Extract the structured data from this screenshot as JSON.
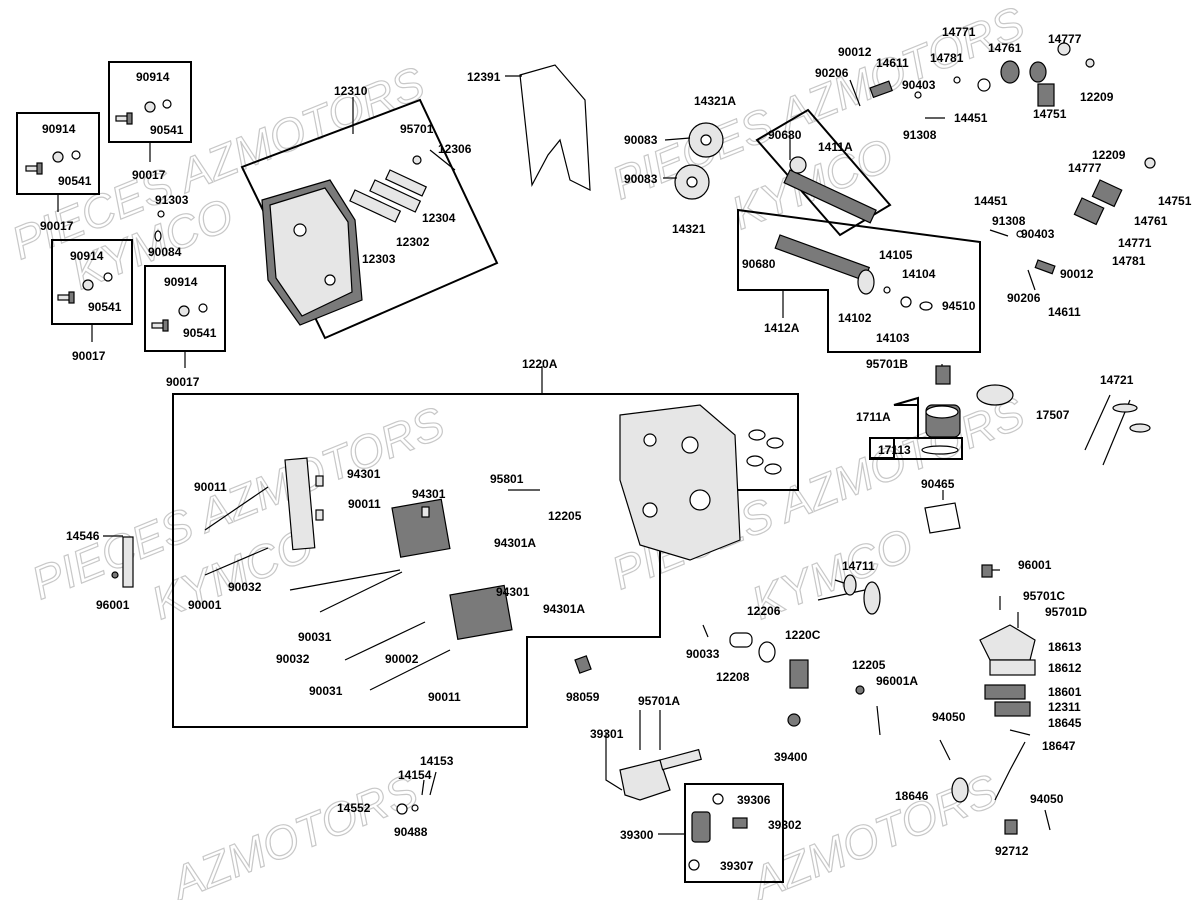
{
  "watermarks": [
    "PIECES AZMOTORS",
    "KYMCO",
    "PIECES AZMOTORS",
    "KYMCO",
    "PIECES AZMOTORS",
    "KYMCO",
    "AZMOTORS"
  ],
  "labels": {
    "l90914a": "90914",
    "l90541a": "90541",
    "l90017a": "90017",
    "l90914b": "90914",
    "l90541b": "90541",
    "l90017b": "90017",
    "l90914c": "90914",
    "l90541c": "90541",
    "l90017c": "90017",
    "l90914d": "90914",
    "l90541d": "90541",
    "l90017d": "90017",
    "l91303": "91303",
    "l90084": "90084",
    "l12310": "12310",
    "l95701": "95701",
    "l12306": "12306",
    "l12304": "12304",
    "l12302": "12302",
    "l12303": "12303",
    "l12391": "12391",
    "l90083a": "90083",
    "l90083b": "90083",
    "l14321A": "14321A",
    "l14321": "14321",
    "l90680a": "90680",
    "l1411A": "1411A",
    "l90680b": "90680",
    "l14105": "14105",
    "l14104": "14104",
    "l14102": "14102",
    "l14103": "14103",
    "l94510": "94510",
    "l1412A": "1412A",
    "l90012a": "90012",
    "l90206a": "90206",
    "l14611a": "14611",
    "l90403a": "90403",
    "l91308a": "91308",
    "l14451a": "14451",
    "l14781a": "14781",
    "l14771a": "14771",
    "l14761a": "14761",
    "l14777a": "14777",
    "l14751a": "14751",
    "l12209a": "12209",
    "l12209b": "12209",
    "l14777b": "14777",
    "l14751b": "14751",
    "l14761b": "14761",
    "l14451b": "14451",
    "l91308b": "91308",
    "l90403b": "90403",
    "l14771b": "14771",
    "l14781b": "14781",
    "l90012b": "90012",
    "l90206b": "90206",
    "l14611b": "14611",
    "l95701B": "95701B",
    "l1711A": "1711A",
    "l17507": "17507",
    "l17113": "17113",
    "l14721": "14721",
    "l90465": "90465",
    "l1220A": "1220A",
    "l90011a": "90011",
    "l94301a": "94301",
    "l90011b": "90011",
    "l94301b": "94301",
    "l95801": "95801",
    "l12205a": "12205",
    "l94301Aa": "94301A",
    "l90032a": "90032",
    "l90001": "90001",
    "l90031a": "90031",
    "l94301c": "94301",
    "l94301Ab": "94301A",
    "l90032b": "90032",
    "l90002": "90002",
    "l90031b": "90031",
    "l90011c": "90011",
    "l14546": "14546",
    "l96001a": "96001",
    "l14711": "14711",
    "l12206": "12206",
    "l1220C": "1220C",
    "l90033": "90033",
    "l12208": "12208",
    "l12205b": "12205",
    "l96001A": "96001A",
    "l98059": "98059",
    "l39400": "39400",
    "l95701A": "95701A",
    "l39301": "39301",
    "l39306": "39306",
    "l39302": "39302",
    "l39300": "39300",
    "l39307": "39307",
    "l14153": "14153",
    "l14154": "14154",
    "l14552": "14552",
    "l90488": "90488",
    "l96001b": "96001",
    "l95701C": "95701C",
    "l95701D": "95701D",
    "l18613": "18613",
    "l18612": "18612",
    "l18601": "18601",
    "l12311": "12311",
    "l18645": "18645",
    "l94050a": "94050",
    "l18647": "18647",
    "l18646": "18646",
    "l94050b": "94050",
    "l92712": "92712"
  },
  "colors": {
    "line": "#000000",
    "part_fill": "#e6e6e6",
    "part_dark": "#7a7a7a",
    "watermark": "#c8c8c8"
  }
}
